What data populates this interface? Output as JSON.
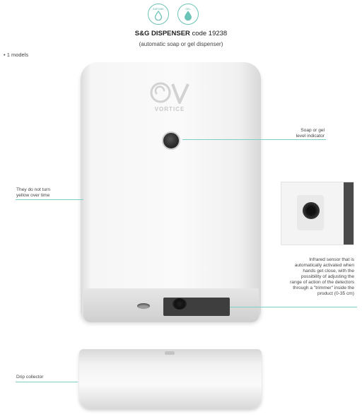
{
  "header": {
    "badge_left": "SAPONE",
    "badge_right": "GEL",
    "title_bold": "S&G DISPENSER",
    "title_code": " code 19238",
    "subtitle": "(automatic soap or gel dispenser)",
    "models": "• 1 models"
  },
  "product": {
    "logo_text": "VORTICE"
  },
  "annotations": {
    "level_indicator": "Soap or gel\nlevel indicator",
    "yellow": "They do not turn\nyellow over time",
    "sensor": "Infrared sensor that is\nautomatically activated when\nhands get close, with the\npossibility of adjusting the\nrange of action of the detectors\nthrough a \"trimmer\" inside the\nproduct (0-35 cm)",
    "drip": "Drip collector"
  },
  "colors": {
    "accent": "#6cc4b6",
    "line": "#7ccfc2"
  },
  "icons": [
    "soap-drop-icon",
    "gel-drop-icon"
  ]
}
